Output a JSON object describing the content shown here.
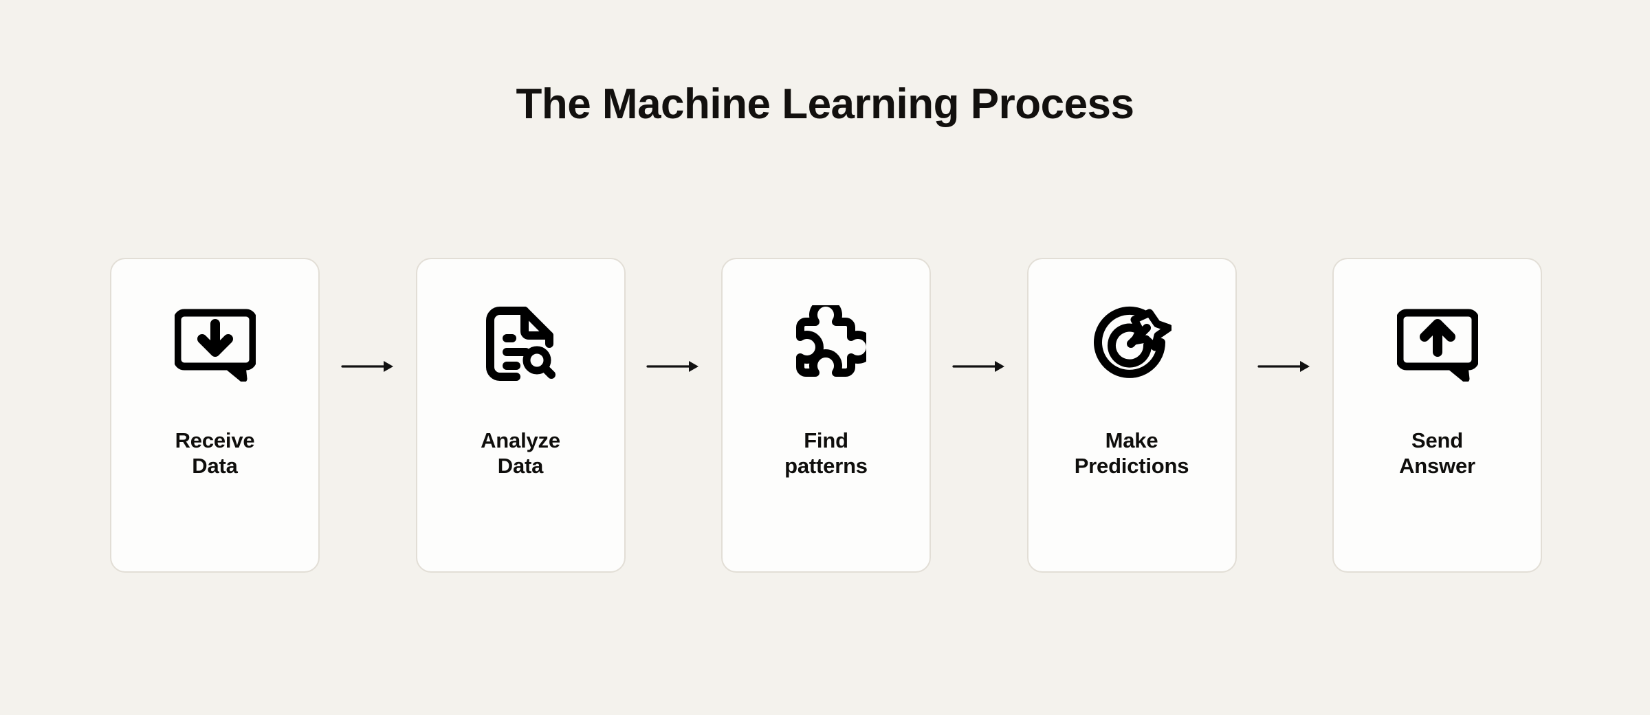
{
  "page": {
    "title": "The Machine Learning Process",
    "background_color": "#f4f2ed",
    "text_color": "#12100e",
    "card_background": "#fdfdfc",
    "card_border_color": "#e2ded6",
    "icon_color": "#000000",
    "arrow_color": "#000000"
  },
  "flow": {
    "steps": [
      {
        "index": "1",
        "icon": "speech-bubble-download-icon",
        "label_line1": "Receive",
        "label_line2": "Data"
      },
      {
        "index": "2",
        "icon": "document-search-icon",
        "label_line1": "Analyze",
        "label_line2": "Data"
      },
      {
        "index": "3",
        "icon": "puzzle-piece-icon",
        "label_line1": "Find",
        "label_line2": "patterns"
      },
      {
        "index": "4",
        "icon": "target-sparkle-icon",
        "label_line1": "Make",
        "label_line2": "Predictions"
      },
      {
        "index": "5",
        "icon": "speech-bubble-upload-icon",
        "label_line1": "Send",
        "label_line2": "Answer"
      }
    ],
    "connectors": [
      {
        "icon": "arrow-right-icon"
      },
      {
        "icon": "arrow-right-icon"
      },
      {
        "icon": "arrow-right-icon"
      },
      {
        "icon": "arrow-right-icon"
      }
    ]
  }
}
